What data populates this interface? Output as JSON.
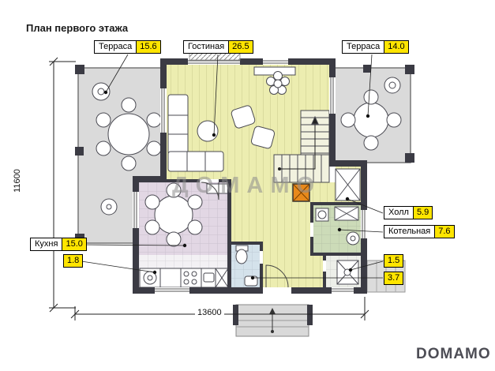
{
  "title": "План первого этажа",
  "watermark": "ДОМАМО",
  "brand": "DOMAMO",
  "dimensions": {
    "height_mm": "11600",
    "width_mm": "13600"
  },
  "rooms": {
    "terrace_left": {
      "label": "Терраса",
      "area": "15.6"
    },
    "living_room": {
      "label": "Гостиная",
      "area": "26.5"
    },
    "terrace_right": {
      "label": "Терраса",
      "area": "14.0"
    },
    "kitchen": {
      "label": "Кухня",
      "area": "15.0"
    },
    "pantry": {
      "area": "1.8"
    },
    "hall": {
      "label": "Холл",
      "area": "5.9"
    },
    "boiler_room": {
      "label": "Котельная",
      "area": "7.6"
    },
    "wc": {
      "area": "1.5"
    },
    "bathroom": {
      "area": "3.7"
    }
  },
  "colors": {
    "area_highlight": "#ffe500",
    "walls": "#3b3b44",
    "wood_floor": "#ecedb0",
    "terrace_floor": "#dadada",
    "kitchen_floor": "#e2d7e4",
    "kitchen_tile": "#f3f1f4",
    "bathroom_floor": "#d4e2eb",
    "boiler_floor": "#ccdbb8",
    "shower_floor": "#edefe9",
    "boiler_unit_accent": "#e8891a"
  }
}
